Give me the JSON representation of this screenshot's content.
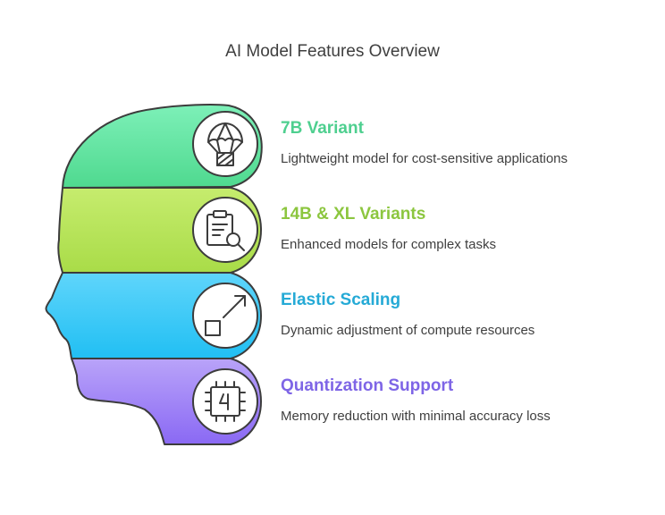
{
  "title": "AI Model Features Overview",
  "features": [
    {
      "title": "7B Variant",
      "description": "Lightweight model for cost-sensitive applications",
      "icon": "parachute-icon",
      "color": "#4ecf8f",
      "fill": "#6ee7a8"
    },
    {
      "title": "14B & XL Variants",
      "description": "Enhanced models for complex tasks",
      "icon": "clipboard-search-icon",
      "color": "#8cc63f",
      "fill": "#b5e161"
    },
    {
      "title": "Elastic Scaling",
      "description": "Dynamic adjustment of compute resources",
      "icon": "scale-arrow-icon",
      "color": "#25aad6",
      "fill": "#33c6f4"
    },
    {
      "title": "Quantization Support",
      "description": "Memory reduction with minimal accuracy loss",
      "icon": "chip-icon",
      "color": "#7e65e6",
      "fill": "#a28cf7"
    }
  ]
}
